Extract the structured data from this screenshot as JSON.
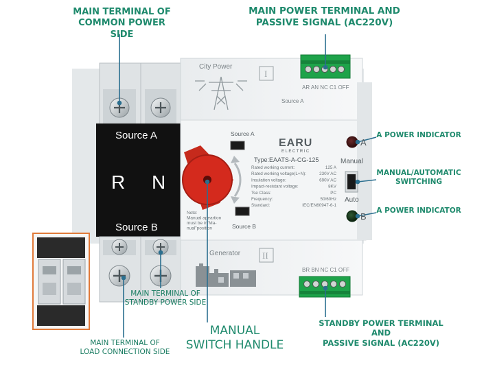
{
  "callouts": {
    "main_common": [
      "MAIN TERMINAL OF",
      "COMMON POWER SIDE"
    ],
    "main_power_terminal": [
      "MAIN POWER TERMINAL AND",
      "PASSIVE SIGNAL (AC220V)"
    ],
    "a_power_indicator": "A POWER INDICATOR",
    "manual_auto": [
      "MANUAL/AUTOMATIC",
      "SWITCHING"
    ],
    "b_power_indicator": "A POWER INDICATOR",
    "standby_power_terminal": [
      "STANDBY POWER TERMINAL AND",
      "PASSIVE SIGNAL (AC220V)"
    ],
    "manual_handle": [
      "MANUAL",
      "SWITCH HANDLE"
    ],
    "main_standby": [
      "MAIN TERMINAL OF",
      "STANDBY POWER SIDE"
    ],
    "main_load": [
      "MAIN TERMINAL OF",
      "LOAD CONNECTION SIDE"
    ]
  },
  "device": {
    "source_a": "Source A",
    "source_b": "Source B",
    "phase_r": "R",
    "phase_n": "N",
    "city_power": "City Power",
    "roman_one": "I",
    "roman_two": "II",
    "generator": "Generator",
    "top_terminal_labels": "AR  AN  NC  C1  OFF",
    "bottom_terminal_labels": "BR  BN  NC  C1  OFF",
    "top_source_label": "Source A",
    "switch_source_a": "Source A",
    "switch_source_b": "Source B",
    "brand": "EARU",
    "brand_sub": "ELECTRIC",
    "type": "Type:EAATS-A-CG-125",
    "spec_rows": [
      {
        "label": "Rated working current:",
        "value": "125   A"
      },
      {
        "label": "Rated working voltage(L+N):",
        "value": "230V AC"
      },
      {
        "label": "Insulation voltage:",
        "value": "690V AC"
      },
      {
        "label": "Impact-resistant voltage:",
        "value": "8KV"
      },
      {
        "label": "Tse Class:",
        "value": "PC"
      },
      {
        "label": "Frequency:",
        "value": "50/60Hz"
      },
      {
        "label": "Standard:",
        "value": "IEC/EN60947-6-1"
      }
    ],
    "note": [
      "Note:",
      "Manual apeartion",
      "must be in\"Ma-",
      "nual\"position"
    ],
    "indicator_a": "A",
    "indicator_b": "B",
    "manual_label": "Manual",
    "auto_label": "Auto"
  },
  "colors": {
    "callout": "#1f8a6d",
    "leader": "#2b6f8f",
    "handle": "#d42a1d",
    "terminal_green": "#1ea34a",
    "black_panel": "#111111",
    "orange_box": "#e07a3a"
  }
}
